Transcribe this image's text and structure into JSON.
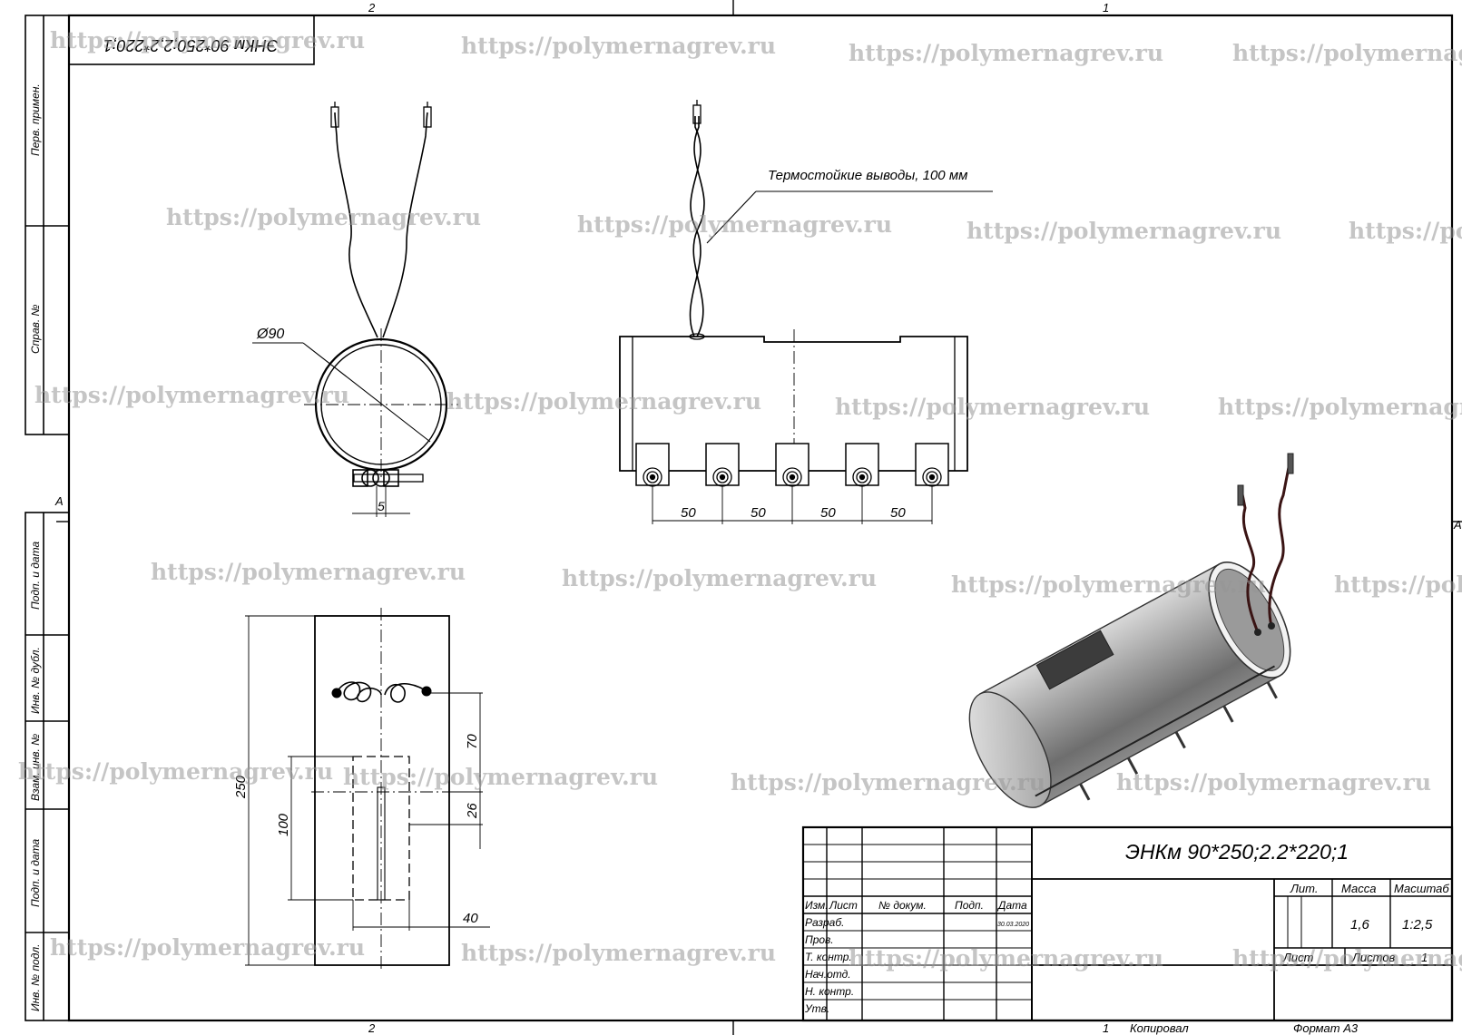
{
  "stamp_top": "ЭНКм 90*250;2,2*220;1",
  "zones": {
    "col_left": "2",
    "col_right": "1",
    "row_a": "A"
  },
  "side_strip": [
    "Перв. примен.",
    "Справ. №",
    "Подп. и дата",
    "Инв. № дубл.",
    "Взам. инв. №",
    "Подп. и дата",
    "Инв. № подл."
  ],
  "dims": {
    "diameter": "Ø90",
    "gap": "5",
    "pitch": [
      "50",
      "50",
      "50",
      "50"
    ],
    "height": "250",
    "window_len": "100",
    "d70": "70",
    "d26": "26",
    "width40": "40"
  },
  "leader_note": "Термостойкие выводы, 100 мм",
  "title_block": {
    "designation": "ЭНКм 90*250;2.2*220;1",
    "headers": [
      "Изм.",
      "Лист",
      "№ докум.",
      "Подп.",
      "Дата"
    ],
    "rows": [
      "Разраб.",
      "Пров.",
      "Т. контр.",
      "Нач.отд.",
      "Н. контр.",
      "Утв."
    ],
    "date": "30.03.2020",
    "lit_label": "Лит.",
    "mass_label": "Масса",
    "scale_label": "Масштаб",
    "mass": "1,6",
    "scale": "1:2,5",
    "sheet_label": "Лист",
    "sheets_label": "Листов",
    "sheets": "1"
  },
  "footer": {
    "copied": "Копировал",
    "format": "Формат А3"
  },
  "watermark": "https://polymernagrev.ru"
}
